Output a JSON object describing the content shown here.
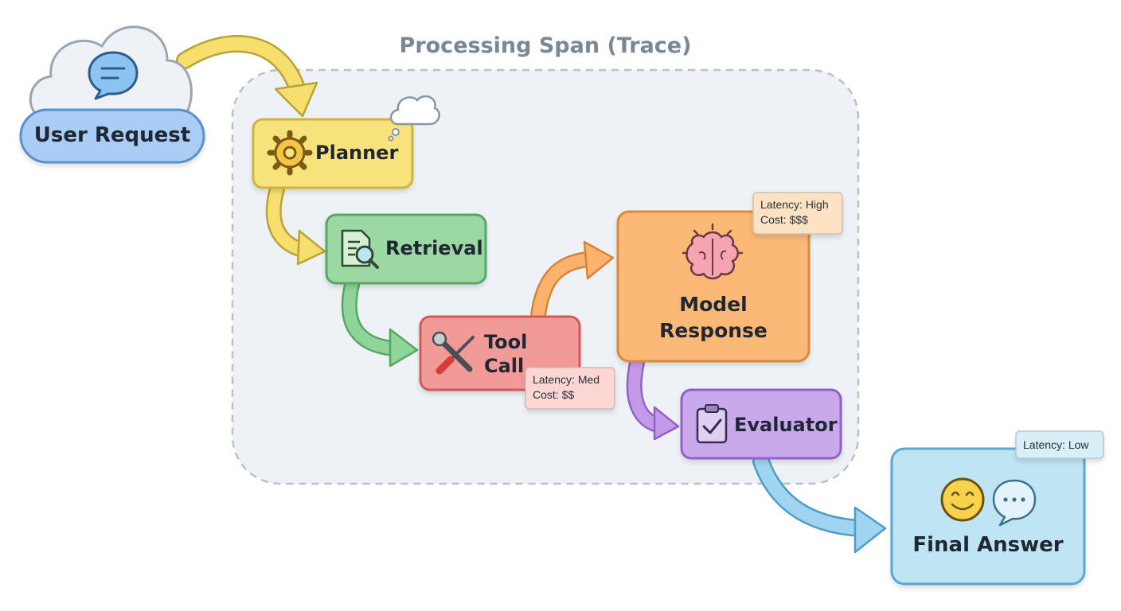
{
  "title": "Processing Span (Trace)",
  "nodes": {
    "user_request": {
      "label": "User Request",
      "icon": "chat-bubble-icon",
      "color": "#a9cdf5"
    },
    "planner": {
      "label": "Planner",
      "icon": "gear-icon",
      "color": "#f8e27c"
    },
    "retrieval": {
      "label": "Retrieval",
      "icon": "document-search-icon",
      "color": "#9bd8a3"
    },
    "tool_call": {
      "label_line1": "Tool",
      "label_line2": "Call",
      "icon": "wrench-screwdriver-icon",
      "color": "#f29a98"
    },
    "model_response": {
      "label_line1": "Model",
      "label_line2": "Response",
      "icon": "brain-icon",
      "color": "#fbb877"
    },
    "evaluator": {
      "label": "Evaluator",
      "icon": "clipboard-check-icon",
      "color": "#c9a8ec"
    },
    "final_answer": {
      "label": "Final Answer",
      "icon": "smiley-chat-icon",
      "color": "#bfe5f5"
    }
  },
  "tags": {
    "tool_call": {
      "latency": "Latency: Med",
      "cost": "Cost: $$"
    },
    "model_response": {
      "latency": "Latency: High",
      "cost": "Cost: $$$"
    },
    "final_answer": {
      "latency": "Latency: Low"
    }
  }
}
